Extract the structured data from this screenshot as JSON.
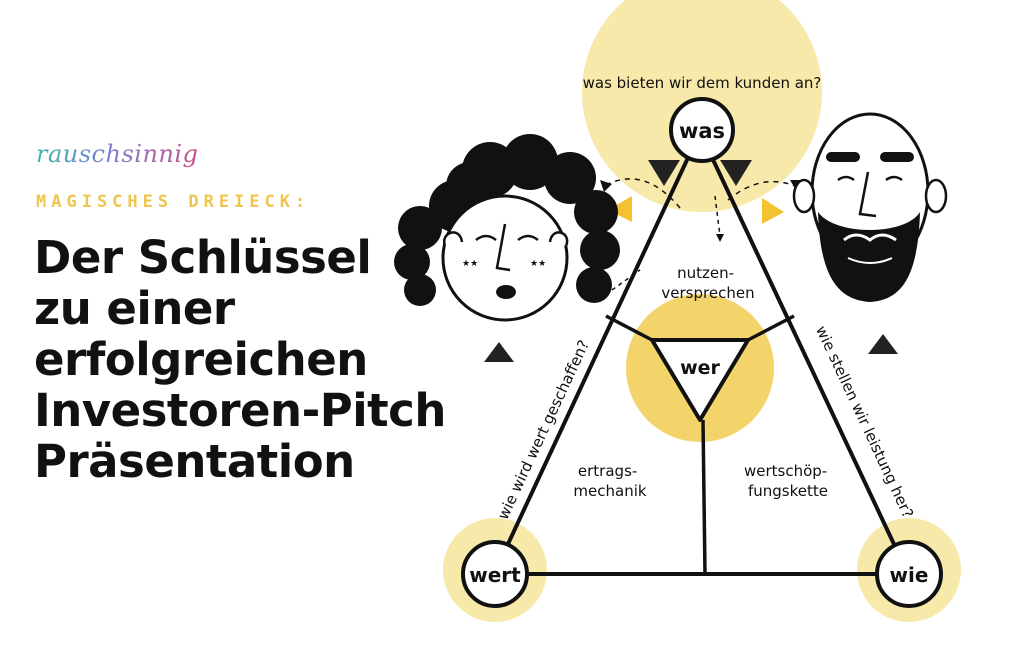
{
  "brand": {
    "logo_text": "rauschsinnig"
  },
  "kicker": "MAGISCHES DREIECK:",
  "headline_lines": [
    "Der Schlüssel",
    "zu einer",
    "erfolgreichen",
    "Investoren-Pitch",
    "Präsentation"
  ],
  "diagram": {
    "nodes": {
      "top": "was",
      "left": "wert",
      "right": "wie",
      "center": "wer"
    },
    "question_top": "was bieten wir dem kunden an?",
    "question_left": "wie wird wert geschaffen?",
    "question_right": "wie stellen wir leistung her?",
    "segment_top": [
      "nutzen-",
      "versprechen"
    ],
    "segment_left": [
      "ertrags-",
      "mechanik"
    ],
    "segment_right": [
      "wertschöp-",
      "fungskette"
    ]
  },
  "colors": {
    "yellow_light": "#f7e9a9",
    "yellow": "#f3d46a",
    "yellow_bright": "#f2c230",
    "ink": "#111111",
    "kicker": "#f0c54d"
  },
  "illustrations": [
    "woman-with-curly-hair",
    "bald-man-with-beard"
  ]
}
